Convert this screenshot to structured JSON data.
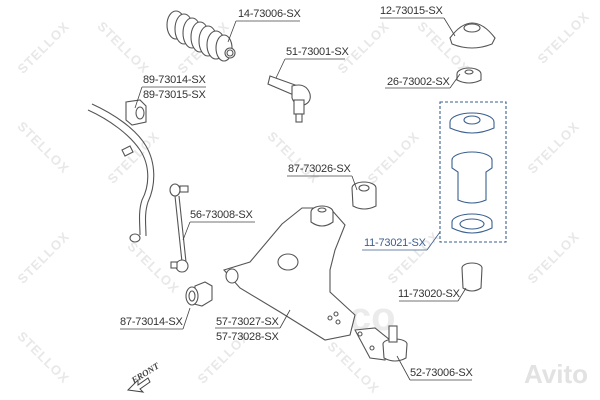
{
  "diagram": {
    "brand_watermark": "STELLOX",
    "watermark_glyph": "S",
    "center_watermark": "obco",
    "corner_watermark": "Avito",
    "direction_label": "FRONT",
    "kit_color": "#3a5f8f",
    "line_color": "#555555",
    "parts": [
      {
        "id": "dust-boot",
        "label": "14-73006-SX"
      },
      {
        "id": "tie-rod-end",
        "label": "51-73001-SX"
      },
      {
        "id": "stabilizer-bushing",
        "label": "89-73014-SX",
        "label2": "89-73015-SX"
      },
      {
        "id": "strut-top-mount",
        "label": "12-73015-SX"
      },
      {
        "id": "strut-bearing",
        "label": "26-73002-SX"
      },
      {
        "id": "strut-kit",
        "label": "11-73021-SX"
      },
      {
        "id": "control-arm-bushing-rear",
        "label": "87-73026-SX"
      },
      {
        "id": "stabilizer-link",
        "label": "56-73008-SX"
      },
      {
        "id": "bump-stop",
        "label": "11-73020-SX"
      },
      {
        "id": "control-arm-bushing-front",
        "label": "87-73014-SX"
      },
      {
        "id": "control-arm",
        "label": "57-73027-SX",
        "label2": "57-73028-SX"
      },
      {
        "id": "ball-joint",
        "label": "52-73006-SX"
      }
    ]
  }
}
